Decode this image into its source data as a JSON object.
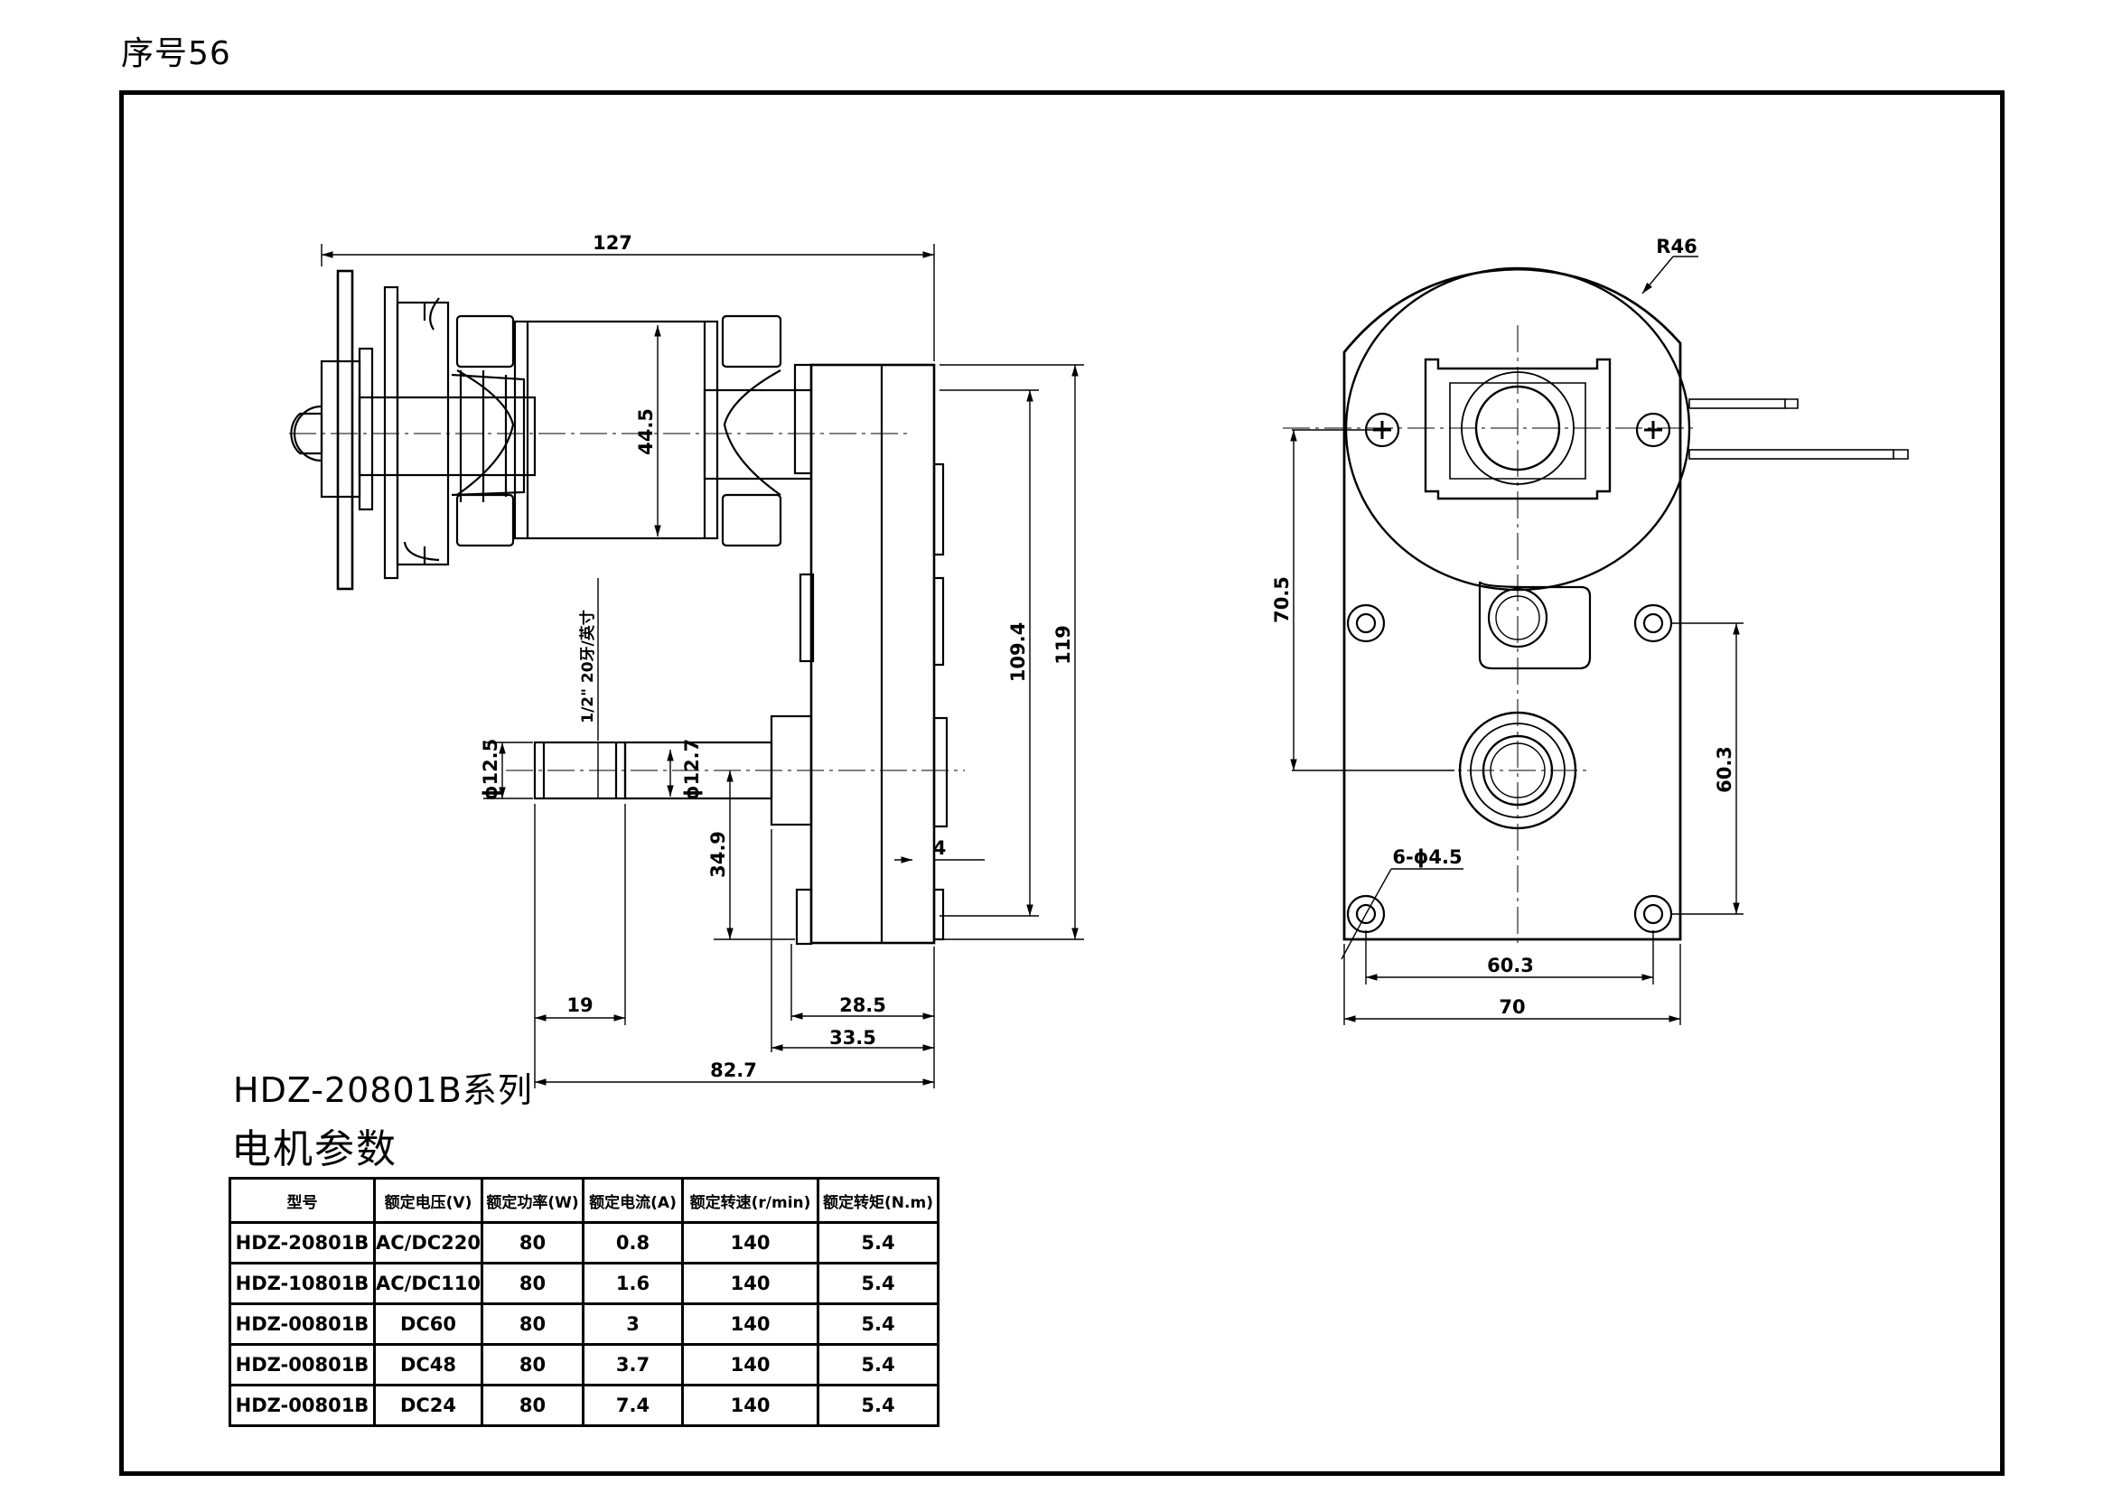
{
  "serial": "序号56",
  "series_title": "HDZ-20801B系列",
  "params_title": "电机参数",
  "dimensions": {
    "overall_length": "127",
    "stator_height": "44.5",
    "gearbox_inner": "109.4",
    "gearbox_outer": "119",
    "thread": "1/2\" 20牙/英寸",
    "shaft_dia": "ϕ12.5",
    "shaft_dia_inner": "ϕ12.7",
    "shaft_offset": "34.9",
    "flange": "4",
    "thread_length": "19",
    "gearbox_depth": "28.5",
    "gearbox_depth_total": "33.5",
    "shaft_total": "82.7",
    "radius": "R46",
    "front_height": "70.5",
    "hole_spacing_v": "60.3",
    "holes": "6-ϕ4.5",
    "hole_spacing_h": "60.3",
    "front_width": "70"
  },
  "table": {
    "headers": [
      "型号",
      "额定电压(V)",
      "额定功率(W)",
      "额定电流(A)",
      "额定转速(r/min)",
      "额定转矩(N.m)"
    ],
    "rows": [
      [
        "HDZ-20801B",
        "AC/DC220",
        "80",
        "0.8",
        "140",
        "5.4"
      ],
      [
        "HDZ-10801B",
        "AC/DC110",
        "80",
        "1.6",
        "140",
        "5.4"
      ],
      [
        "HDZ-00801B",
        "DC60",
        "80",
        "3",
        "140",
        "5.4"
      ],
      [
        "HDZ-00801B",
        "DC48",
        "80",
        "3.7",
        "140",
        "5.4"
      ],
      [
        "HDZ-00801B",
        "DC24",
        "80",
        "7.4",
        "140",
        "5.4"
      ]
    ]
  }
}
